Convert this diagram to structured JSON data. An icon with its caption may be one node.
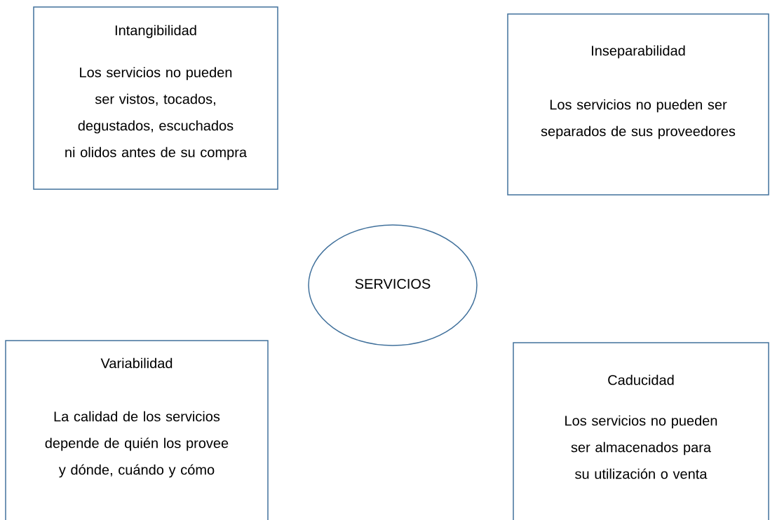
{
  "diagram": {
    "nodes": [
      {
        "text": [
          "Intangibilidad",
          "Los servicios no pueden ser vistos, tocados, degustados, escuchados ni olidos antes de su compra"
        ]
      },
      {
        "text": [
          "Inseparabilidad",
          "Los servicios no pueden ser separados de sus proveedores"
        ]
      },
      {
        "text": [
          "SERVICIOS"
        ]
      },
      {
        "text": [
          "Variabilidad",
          "La calidad de los servicios depende de quién los provee y dónde, cuándo y cómo"
        ]
      },
      {
        "text": [
          "Caducidad",
          "Los servicios no pueden ser almacenados para su utilización o venta"
        ]
      }
    ]
  }
}
